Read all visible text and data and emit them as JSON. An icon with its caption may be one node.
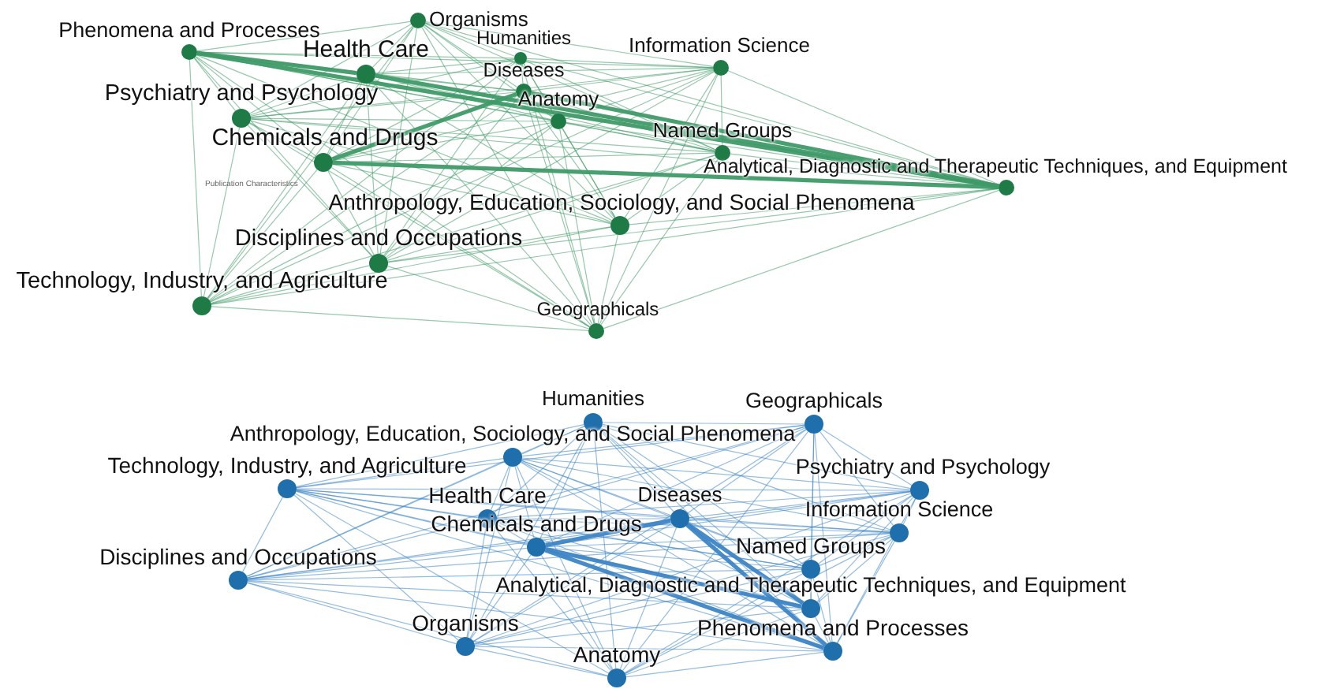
{
  "diagram": {
    "nodes": [
      {
        "text": [],
        "shape": "circle",
        "beside": [
          "Organisms"
        ]
      },
      {
        "text": [],
        "shape": "circle",
        "beside": [
          "Phenomena and Processes"
        ]
      },
      {
        "text": [],
        "shape": "circle",
        "beside": [
          "Humanities"
        ]
      },
      {
        "text": [],
        "shape": "circle",
        "beside": [
          "Health Care"
        ]
      },
      {
        "text": [],
        "shape": "circle",
        "beside": [
          "Information Science"
        ]
      },
      {
        "text": [],
        "shape": "circle",
        "beside": [
          "Diseases"
        ]
      },
      {
        "text": [],
        "shape": "circle",
        "beside": [
          "Psychiatry and Psychology"
        ]
      },
      {
        "text": [],
        "shape": "circle",
        "beside": [
          "Anatomy"
        ]
      },
      {
        "text": [],
        "shape": "circle",
        "beside": [
          "Chemicals and Drugs"
        ]
      },
      {
        "text": [],
        "shape": "circle",
        "beside": [
          "Named Groups"
        ]
      },
      {
        "text": [],
        "shape": "circle",
        "beside": [
          "Analytical, Diagnostic and Therapeutic Techniques, and Equipment"
        ]
      },
      {
        "text": [],
        "shape": "circle",
        "beside": [
          "Anthropology, Education, Sociology, and Social Phenomena"
        ]
      },
      {
        "text": [],
        "shape": "circle",
        "beside": [
          "Disciplines and Occupations"
        ]
      },
      {
        "text": [],
        "shape": "circle",
        "beside": [
          "Technology, Industry, and Agriculture"
        ]
      },
      {
        "text": [],
        "shape": "circle",
        "beside": [
          "Geographicals"
        ]
      },
      {
        "text": [],
        "shape": "circle",
        "beside": [
          "Humanities"
        ]
      },
      {
        "text": [],
        "shape": "circle",
        "beside": [
          "Geographicals"
        ]
      },
      {
        "text": [],
        "shape": "circle",
        "beside": [
          "Anthropology, Education, Sociology, and Social Phenomena"
        ]
      },
      {
        "text": [],
        "shape": "circle",
        "beside": [
          "Technology, Industry, and Agriculture"
        ]
      },
      {
        "text": [],
        "shape": "circle",
        "beside": [
          "Psychiatry and Psychology"
        ]
      },
      {
        "text": [],
        "shape": "circle",
        "beside": [
          "Health Care"
        ]
      },
      {
        "text": [],
        "shape": "circle",
        "beside": [
          "Diseases"
        ]
      },
      {
        "text": [],
        "shape": "circle",
        "beside": [
          "Information Science"
        ]
      },
      {
        "text": [],
        "shape": "circle",
        "beside": [
          "Chemicals and Drugs"
        ]
      },
      {
        "text": [],
        "shape": "circle",
        "beside": [
          "Named Groups"
        ]
      },
      {
        "text": [],
        "shape": "circle",
        "beside": [
          "Disciplines and Occupations"
        ]
      },
      {
        "text": [],
        "shape": "circle",
        "beside": [
          "Analytical, Diagnostic and Therapeutic Techniques, and Equipment"
        ]
      },
      {
        "text": [],
        "shape": "circle",
        "beside": [
          "Organisms"
        ]
      },
      {
        "text": [],
        "shape": "circle",
        "beside": [
          "Phenomena and Processes"
        ]
      },
      {
        "text": [],
        "shape": "circle",
        "beside": [
          "Anatomy"
        ]
      }
    ],
    "edges": [
      {
        "from": 0,
        "to": 1,
        "arrow": "none"
      },
      {
        "from": 0,
        "to": 2,
        "arrow": "none"
      },
      {
        "from": 0,
        "to": 3,
        "arrow": "none"
      },
      {
        "from": 0,
        "to": 4,
        "arrow": "none"
      },
      {
        "from": 0,
        "to": 5,
        "arrow": "none"
      },
      {
        "from": 0,
        "to": 6,
        "arrow": "none"
      },
      {
        "from": 0,
        "to": 7,
        "arrow": "none"
      },
      {
        "from": 0,
        "to": 8,
        "arrow": "none"
      },
      {
        "from": 0,
        "to": 9,
        "arrow": "none"
      },
      {
        "from": 0,
        "to": 10,
        "arrow": "none"
      },
      {
        "from": 0,
        "to": 11,
        "arrow": "none"
      },
      {
        "from": 0,
        "to": 12,
        "arrow": "none"
      },
      {
        "from": 0,
        "to": 13,
        "arrow": "none"
      },
      {
        "from": 0,
        "to": 14,
        "arrow": "none"
      },
      {
        "from": 1,
        "to": 2,
        "arrow": "none"
      },
      {
        "from": 1,
        "to": 3,
        "arrow": "none",
        "style": "thick"
      },
      {
        "from": 1,
        "to": 4,
        "arrow": "none"
      },
      {
        "from": 1,
        "to": 5,
        "arrow": "none"
      },
      {
        "from": 1,
        "to": 6,
        "arrow": "none"
      },
      {
        "from": 1,
        "to": 7,
        "arrow": "none"
      },
      {
        "from": 1,
        "to": 8,
        "arrow": "none"
      },
      {
        "from": 1,
        "to": 9,
        "arrow": "none"
      },
      {
        "from": 1,
        "to": 10,
        "arrow": "none",
        "style": "thick"
      },
      {
        "from": 1,
        "to": 11,
        "arrow": "none"
      },
      {
        "from": 1,
        "to": 12,
        "arrow": "none"
      },
      {
        "from": 1,
        "to": 13,
        "arrow": "none"
      },
      {
        "from": 1,
        "to": 14,
        "arrow": "none"
      },
      {
        "from": 2,
        "to": 3,
        "arrow": "none"
      },
      {
        "from": 2,
        "to": 4,
        "arrow": "none"
      },
      {
        "from": 2,
        "to": 5,
        "arrow": "none"
      },
      {
        "from": 2,
        "to": 6,
        "arrow": "none"
      },
      {
        "from": 2,
        "to": 7,
        "arrow": "none"
      },
      {
        "from": 2,
        "to": 8,
        "arrow": "none"
      },
      {
        "from": 2,
        "to": 9,
        "arrow": "none"
      },
      {
        "from": 2,
        "to": 10,
        "arrow": "none"
      },
      {
        "from": 2,
        "to": 11,
        "arrow": "none"
      },
      {
        "from": 2,
        "to": 12,
        "arrow": "none"
      },
      {
        "from": 2,
        "to": 13,
        "arrow": "none"
      },
      {
        "from": 2,
        "to": 14,
        "arrow": "none"
      },
      {
        "from": 3,
        "to": 4,
        "arrow": "none"
      },
      {
        "from": 3,
        "to": 5,
        "arrow": "none"
      },
      {
        "from": 3,
        "to": 6,
        "arrow": "none"
      },
      {
        "from": 3,
        "to": 7,
        "arrow": "none"
      },
      {
        "from": 3,
        "to": 8,
        "arrow": "none"
      },
      {
        "from": 3,
        "to": 9,
        "arrow": "none"
      },
      {
        "from": 3,
        "to": 10,
        "arrow": "none",
        "style": "thick"
      },
      {
        "from": 3,
        "to": 11,
        "arrow": "none"
      },
      {
        "from": 3,
        "to": 12,
        "arrow": "none"
      },
      {
        "from": 3,
        "to": 13,
        "arrow": "none"
      },
      {
        "from": 3,
        "to": 14,
        "arrow": "none"
      },
      {
        "from": 4,
        "to": 5,
        "arrow": "none"
      },
      {
        "from": 4,
        "to": 6,
        "arrow": "none"
      },
      {
        "from": 4,
        "to": 7,
        "arrow": "none"
      },
      {
        "from": 4,
        "to": 8,
        "arrow": "none"
      },
      {
        "from": 4,
        "to": 9,
        "arrow": "none"
      },
      {
        "from": 4,
        "to": 10,
        "arrow": "none"
      },
      {
        "from": 4,
        "to": 11,
        "arrow": "none"
      },
      {
        "from": 4,
        "to": 12,
        "arrow": "none"
      },
      {
        "from": 4,
        "to": 13,
        "arrow": "none"
      },
      {
        "from": 4,
        "to": 14,
        "arrow": "none"
      },
      {
        "from": 5,
        "to": 6,
        "arrow": "none"
      },
      {
        "from": 5,
        "to": 7,
        "arrow": "none"
      },
      {
        "from": 5,
        "to": 8,
        "arrow": "none",
        "style": "thick"
      },
      {
        "from": 5,
        "to": 9,
        "arrow": "none"
      },
      {
        "from": 5,
        "to": 10,
        "arrow": "none",
        "style": "thick"
      },
      {
        "from": 5,
        "to": 11,
        "arrow": "none"
      },
      {
        "from": 5,
        "to": 12,
        "arrow": "none"
      },
      {
        "from": 5,
        "to": 13,
        "arrow": "none"
      },
      {
        "from": 5,
        "to": 14,
        "arrow": "none"
      },
      {
        "from": 6,
        "to": 7,
        "arrow": "none"
      },
      {
        "from": 6,
        "to": 8,
        "arrow": "none"
      },
      {
        "from": 6,
        "to": 9,
        "arrow": "none"
      },
      {
        "from": 6,
        "to": 10,
        "arrow": "none"
      },
      {
        "from": 6,
        "to": 11,
        "arrow": "none"
      },
      {
        "from": 6,
        "to": 12,
        "arrow": "none"
      },
      {
        "from": 6,
        "to": 13,
        "arrow": "none"
      },
      {
        "from": 6,
        "to": 14,
        "arrow": "none"
      },
      {
        "from": 7,
        "to": 8,
        "arrow": "none"
      },
      {
        "from": 7,
        "to": 9,
        "arrow": "none"
      },
      {
        "from": 7,
        "to": 10,
        "arrow": "none"
      },
      {
        "from": 7,
        "to": 11,
        "arrow": "none"
      },
      {
        "from": 7,
        "to": 12,
        "arrow": "none"
      },
      {
        "from": 7,
        "to": 13,
        "arrow": "none"
      },
      {
        "from": 7,
        "to": 14,
        "arrow": "none"
      },
      {
        "from": 8,
        "to": 9,
        "arrow": "none"
      },
      {
        "from": 8,
        "to": 10,
        "arrow": "none",
        "style": "thick"
      },
      {
        "from": 8,
        "to": 11,
        "arrow": "none"
      },
      {
        "from": 8,
        "to": 12,
        "arrow": "none"
      },
      {
        "from": 8,
        "to": 13,
        "arrow": "none"
      },
      {
        "from": 8,
        "to": 14,
        "arrow": "none"
      },
      {
        "from": 9,
        "to": 10,
        "arrow": "none"
      },
      {
        "from": 9,
        "to": 11,
        "arrow": "none"
      },
      {
        "from": 9,
        "to": 12,
        "arrow": "none"
      },
      {
        "from": 9,
        "to": 13,
        "arrow": "none"
      },
      {
        "from": 9,
        "to": 14,
        "arrow": "none"
      },
      {
        "from": 10,
        "to": 11,
        "arrow": "none"
      },
      {
        "from": 10,
        "to": 12,
        "arrow": "none"
      },
      {
        "from": 10,
        "to": 13,
        "arrow": "none"
      },
      {
        "from": 10,
        "to": 14,
        "arrow": "none"
      },
      {
        "from": 11,
        "to": 12,
        "arrow": "none"
      },
      {
        "from": 11,
        "to": 13,
        "arrow": "none"
      },
      {
        "from": 11,
        "to": 14,
        "arrow": "none"
      },
      {
        "from": 12,
        "to": 13,
        "arrow": "none"
      },
      {
        "from": 12,
        "to": 14,
        "arrow": "none"
      },
      {
        "from": 13,
        "to": 14,
        "arrow": "none"
      },
      {
        "from": 15,
        "to": 16,
        "arrow": "none",
        "color": "#3d85c6"
      },
      {
        "from": 15,
        "to": 17,
        "arrow": "none",
        "color": "#3d85c6"
      },
      {
        "from": 15,
        "to": 18,
        "arrow": "none",
        "color": "#3d85c6"
      },
      {
        "from": 15,
        "to": 19,
        "arrow": "none",
        "color": "#3d85c6"
      },
      {
        "from": 15,
        "to": 20,
        "arrow": "none",
        "color": "#3d85c6"
      },
      {
        "from": 15,
        "to": 21,
        "arrow": "none",
        "color": "#3d85c6"
      },
      {
        "from": 15,
        "to": 22,
        "arrow": "none",
        "color": "#3d85c6"
      },
      {
        "from": 15,
        "to": 23,
        "arrow": "none",
        "color": "#3d85c6"
      },
      {
        "from": 15,
        "to": 24,
        "arrow": "none",
        "color": "#3d85c6"
      },
      {
        "from": 15,
        "to": 25,
        "arrow": "none",
        "color": "#3d85c6"
      },
      {
        "from": 15,
        "to": 26,
        "arrow": "none",
        "color": "#3d85c6"
      },
      {
        "from": 15,
        "to": 27,
        "arrow": "none",
        "color": "#3d85c6"
      },
      {
        "from": 15,
        "to": 28,
        "arrow": "none",
        "color": "#3d85c6"
      },
      {
        "from": 15,
        "to": 29,
        "arrow": "none",
        "color": "#3d85c6"
      },
      {
        "from": 16,
        "to": 17,
        "arrow": "none",
        "color": "#3d85c6"
      },
      {
        "from": 16,
        "to": 18,
        "arrow": "none",
        "color": "#3d85c6"
      },
      {
        "from": 16,
        "to": 19,
        "arrow": "none",
        "color": "#3d85c6"
      },
      {
        "from": 16,
        "to": 20,
        "arrow": "none",
        "color": "#3d85c6"
      },
      {
        "from": 16,
        "to": 21,
        "arrow": "none",
        "color": "#3d85c6"
      },
      {
        "from": 16,
        "to": 22,
        "arrow": "none",
        "color": "#3d85c6"
      },
      {
        "from": 16,
        "to": 23,
        "arrow": "none",
        "color": "#3d85c6"
      },
      {
        "from": 16,
        "to": 24,
        "arrow": "none",
        "color": "#3d85c6"
      },
      {
        "from": 16,
        "to": 25,
        "arrow": "none",
        "color": "#3d85c6"
      },
      {
        "from": 16,
        "to": 26,
        "arrow": "none",
        "color": "#3d85c6"
      },
      {
        "from": 16,
        "to": 27,
        "arrow": "none",
        "color": "#3d85c6"
      },
      {
        "from": 16,
        "to": 28,
        "arrow": "none",
        "color": "#3d85c6"
      },
      {
        "from": 16,
        "to": 29,
        "arrow": "none",
        "color": "#3d85c6"
      },
      {
        "from": 17,
        "to": 18,
        "arrow": "none",
        "color": "#3d85c6"
      },
      {
        "from": 17,
        "to": 19,
        "arrow": "none",
        "color": "#3d85c6"
      },
      {
        "from": 17,
        "to": 20,
        "arrow": "none",
        "color": "#3d85c6"
      },
      {
        "from": 17,
        "to": 21,
        "arrow": "none",
        "color": "#3d85c6"
      },
      {
        "from": 17,
        "to": 22,
        "arrow": "none",
        "color": "#3d85c6"
      },
      {
        "from": 17,
        "to": 23,
        "arrow": "none",
        "color": "#3d85c6"
      },
      {
        "from": 17,
        "to": 24,
        "arrow": "none",
        "color": "#3d85c6"
      },
      {
        "from": 17,
        "to": 25,
        "arrow": "none",
        "color": "#3d85c6"
      },
      {
        "from": 17,
        "to": 26,
        "arrow": "none",
        "color": "#3d85c6"
      },
      {
        "from": 17,
        "to": 27,
        "arrow": "none",
        "color": "#3d85c6"
      },
      {
        "from": 17,
        "to": 28,
        "arrow": "none",
        "color": "#3d85c6"
      },
      {
        "from": 17,
        "to": 29,
        "arrow": "none",
        "color": "#3d85c6"
      },
      {
        "from": 18,
        "to": 19,
        "arrow": "none",
        "color": "#3d85c6"
      },
      {
        "from": 18,
        "to": 20,
        "arrow": "none",
        "color": "#3d85c6"
      },
      {
        "from": 18,
        "to": 21,
        "arrow": "none",
        "color": "#3d85c6"
      },
      {
        "from": 18,
        "to": 22,
        "arrow": "none",
        "color": "#3d85c6"
      },
      {
        "from": 18,
        "to": 23,
        "arrow": "none",
        "color": "#3d85c6"
      },
      {
        "from": 18,
        "to": 24,
        "arrow": "none",
        "color": "#3d85c6"
      },
      {
        "from": 18,
        "to": 25,
        "arrow": "none",
        "color": "#3d85c6"
      },
      {
        "from": 18,
        "to": 26,
        "arrow": "none",
        "color": "#3d85c6"
      },
      {
        "from": 18,
        "to": 27,
        "arrow": "none",
        "color": "#3d85c6"
      },
      {
        "from": 18,
        "to": 28,
        "arrow": "none",
        "color": "#3d85c6"
      },
      {
        "from": 18,
        "to": 29,
        "arrow": "none",
        "color": "#3d85c6"
      },
      {
        "from": 19,
        "to": 20,
        "arrow": "none",
        "color": "#3d85c6"
      },
      {
        "from": 19,
        "to": 21,
        "arrow": "none",
        "color": "#3d85c6"
      },
      {
        "from": 19,
        "to": 22,
        "arrow": "none",
        "color": "#3d85c6"
      },
      {
        "from": 19,
        "to": 23,
        "arrow": "none",
        "color": "#3d85c6"
      },
      {
        "from": 19,
        "to": 24,
        "arrow": "none",
        "color": "#3d85c6"
      },
      {
        "from": 19,
        "to": 25,
        "arrow": "none",
        "color": "#3d85c6"
      },
      {
        "from": 19,
        "to": 26,
        "arrow": "none",
        "color": "#3d85c6"
      },
      {
        "from": 19,
        "to": 27,
        "arrow": "none",
        "color": "#3d85c6"
      },
      {
        "from": 19,
        "to": 28,
        "arrow": "none",
        "color": "#3d85c6"
      },
      {
        "from": 19,
        "to": 29,
        "arrow": "none",
        "color": "#3d85c6"
      },
      {
        "from": 20,
        "to": 21,
        "arrow": "none",
        "color": "#3d85c6"
      },
      {
        "from": 20,
        "to": 22,
        "arrow": "none",
        "color": "#3d85c6"
      },
      {
        "from": 20,
        "to": 23,
        "arrow": "none",
        "color": "#3d85c6"
      },
      {
        "from": 20,
        "to": 24,
        "arrow": "none",
        "color": "#3d85c6"
      },
      {
        "from": 20,
        "to": 25,
        "arrow": "none",
        "color": "#3d85c6"
      },
      {
        "from": 20,
        "to": 26,
        "arrow": "none",
        "color": "#3d85c6"
      },
      {
        "from": 20,
        "to": 27,
        "arrow": "none",
        "color": "#3d85c6"
      },
      {
        "from": 20,
        "to": 28,
        "arrow": "none",
        "color": "#3d85c6"
      },
      {
        "from": 20,
        "to": 29,
        "arrow": "none",
        "color": "#3d85c6"
      },
      {
        "from": 21,
        "to": 22,
        "arrow": "none",
        "color": "#3d85c6"
      },
      {
        "from": 21,
        "to": 23,
        "arrow": "none",
        "color": "#3d85c6",
        "style": "thick"
      },
      {
        "from": 21,
        "to": 24,
        "arrow": "none",
        "color": "#3d85c6"
      },
      {
        "from": 21,
        "to": 25,
        "arrow": "none",
        "color": "#3d85c6"
      },
      {
        "from": 21,
        "to": 26,
        "arrow": "none",
        "color": "#3d85c6",
        "style": "thick"
      },
      {
        "from": 21,
        "to": 27,
        "arrow": "none",
        "color": "#3d85c6"
      },
      {
        "from": 21,
        "to": 28,
        "arrow": "none",
        "color": "#3d85c6",
        "style": "thick"
      },
      {
        "from": 21,
        "to": 29,
        "arrow": "none",
        "color": "#3d85c6"
      },
      {
        "from": 22,
        "to": 23,
        "arrow": "none",
        "color": "#3d85c6"
      },
      {
        "from": 22,
        "to": 24,
        "arrow": "none",
        "color": "#3d85c6"
      },
      {
        "from": 22,
        "to": 25,
        "arrow": "none",
        "color": "#3d85c6"
      },
      {
        "from": 22,
        "to": 26,
        "arrow": "none",
        "color": "#3d85c6"
      },
      {
        "from": 22,
        "to": 27,
        "arrow": "none",
        "color": "#3d85c6"
      },
      {
        "from": 22,
        "to": 28,
        "arrow": "none",
        "color": "#3d85c6"
      },
      {
        "from": 22,
        "to": 29,
        "arrow": "none",
        "color": "#3d85c6"
      },
      {
        "from": 23,
        "to": 24,
        "arrow": "none",
        "color": "#3d85c6"
      },
      {
        "from": 23,
        "to": 25,
        "arrow": "none",
        "color": "#3d85c6"
      },
      {
        "from": 23,
        "to": 26,
        "arrow": "none",
        "color": "#3d85c6",
        "style": "thick"
      },
      {
        "from": 23,
        "to": 27,
        "arrow": "none",
        "color": "#3d85c6"
      },
      {
        "from": 23,
        "to": 28,
        "arrow": "none",
        "color": "#3d85c6",
        "style": "thick"
      },
      {
        "from": 23,
        "to": 29,
        "arrow": "none",
        "color": "#3d85c6"
      },
      {
        "from": 24,
        "to": 25,
        "arrow": "none",
        "color": "#3d85c6"
      },
      {
        "from": 24,
        "to": 26,
        "arrow": "none",
        "color": "#3d85c6"
      },
      {
        "from": 24,
        "to": 27,
        "arrow": "none",
        "color": "#3d85c6"
      },
      {
        "from": 24,
        "to": 28,
        "arrow": "none",
        "color": "#3d85c6"
      },
      {
        "from": 24,
        "to": 29,
        "arrow": "none",
        "color": "#3d85c6"
      },
      {
        "from": 25,
        "to": 26,
        "arrow": "none",
        "color": "#3d85c6"
      },
      {
        "from": 25,
        "to": 27,
        "arrow": "none",
        "color": "#3d85c6"
      },
      {
        "from": 25,
        "to": 28,
        "arrow": "none",
        "color": "#3d85c6"
      },
      {
        "from": 25,
        "to": 29,
        "arrow": "none",
        "color": "#3d85c6"
      },
      {
        "from": 26,
        "to": 27,
        "arrow": "none",
        "color": "#3d85c6"
      },
      {
        "from": 26,
        "to": 28,
        "arrow": "none",
        "color": "#3d85c6"
      },
      {
        "from": 26,
        "to": 29,
        "arrow": "none",
        "color": "#3d85c6"
      },
      {
        "from": 27,
        "to": 28,
        "arrow": "none",
        "color": "#3d85c6"
      },
      {
        "from": 27,
        "to": 29,
        "arrow": "none",
        "color": "#3d85c6"
      },
      {
        "from": 28,
        "to": 29,
        "arrow": "none",
        "color": "#3d85c6"
      }
    ],
    "labels": [
      "Publication Characteristics"
    ]
  }
}
